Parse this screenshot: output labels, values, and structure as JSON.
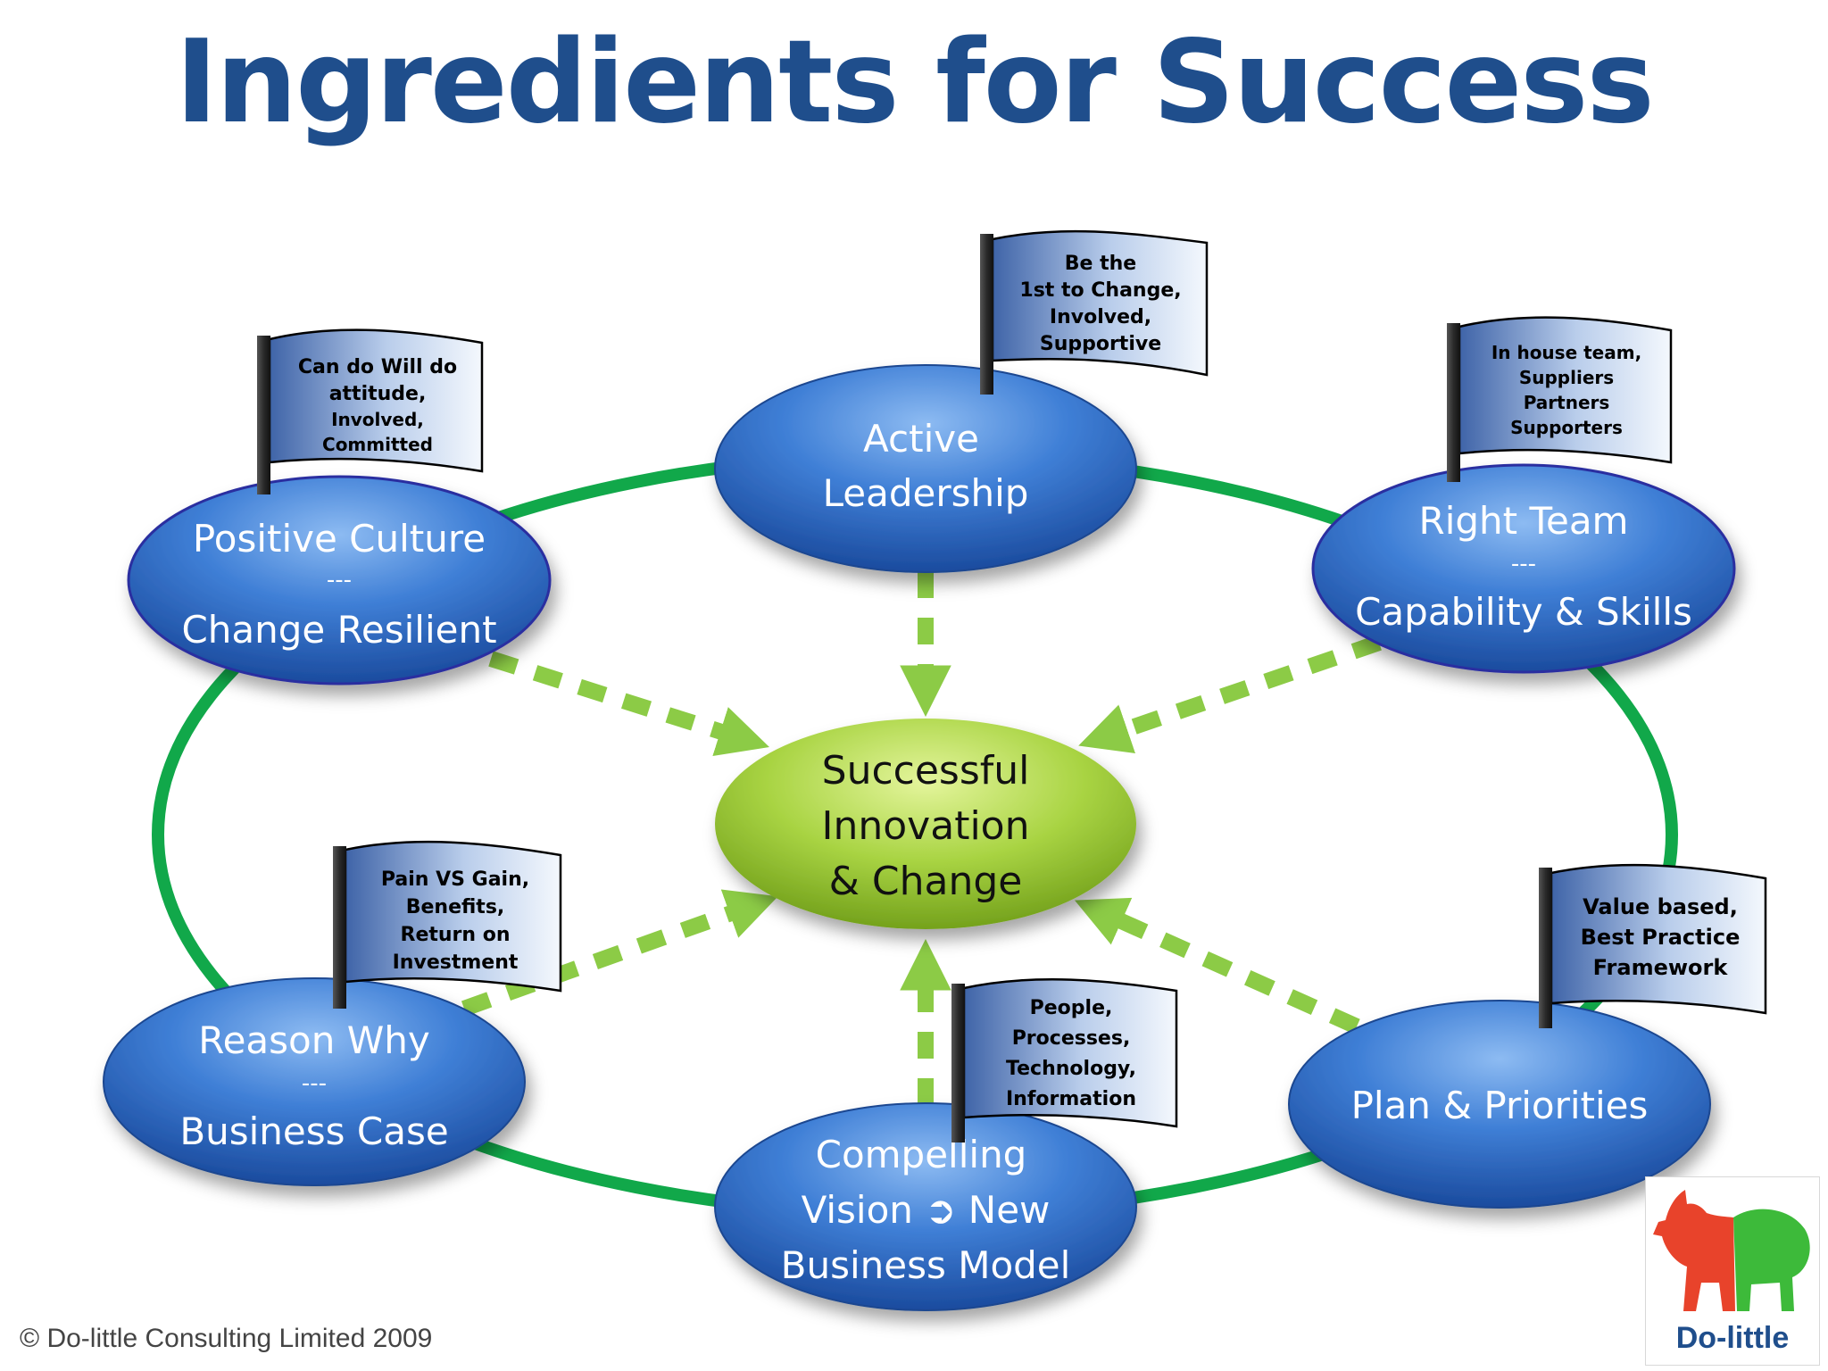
{
  "title": "Ingredients for  Success",
  "nodes": {
    "center": {
      "lines": [
        "Successful",
        "Innovation",
        "& Change"
      ]
    },
    "top": {
      "lines": [
        "Active",
        "Leadership"
      ]
    },
    "topLeft": {
      "line1": "Positive Culture",
      "sep": "---",
      "line2": "Change Resilient"
    },
    "topRight": {
      "line1": "Right Team",
      "sep": "---",
      "line2": "Capability & Skills"
    },
    "botLeft": {
      "line1": "Reason Why",
      "sep": "---",
      "line2": "Business Case"
    },
    "botRight": {
      "lines": [
        "Plan & Priorities"
      ]
    },
    "bottom": {
      "lines": [
        "Compelling",
        "Vision ➲ New",
        "Business Model"
      ]
    }
  },
  "flags": {
    "top": {
      "lines": [
        "Be the",
        "1st to Change,",
        "Involved,",
        "Supportive"
      ]
    },
    "topLeft": {
      "lines": [
        "Can do Will do",
        "attitude,",
        "Involved,",
        "Committed"
      ]
    },
    "topRight": {
      "lines": [
        "In house team,",
        "Suppliers",
        "Partners",
        "Supporters"
      ]
    },
    "botLeft": {
      "lines": [
        "Pain VS Gain,",
        "Benefits,",
        "Return on",
        "Investment"
      ]
    },
    "bottom": {
      "lines": [
        "People,",
        "Processes,",
        "Technology,",
        "Information"
      ]
    },
    "botRight": {
      "lines": [
        "Value based,",
        "Best Practice",
        "Framework"
      ]
    }
  },
  "copyright": "© Do-little Consulting Limited 2009",
  "logo": {
    "text": "Do-little",
    "color_red": "#E8432B",
    "color_green": "#3DBA3A"
  },
  "colors": {
    "title": "#1F4E8C",
    "ring": "#11A84A",
    "arrow": "#8CCB46",
    "node_light": "#6FA8EA",
    "node_dark": "#1F5CB4",
    "center_light": "#D6EF7A",
    "center_dark": "#7BAF1E"
  }
}
